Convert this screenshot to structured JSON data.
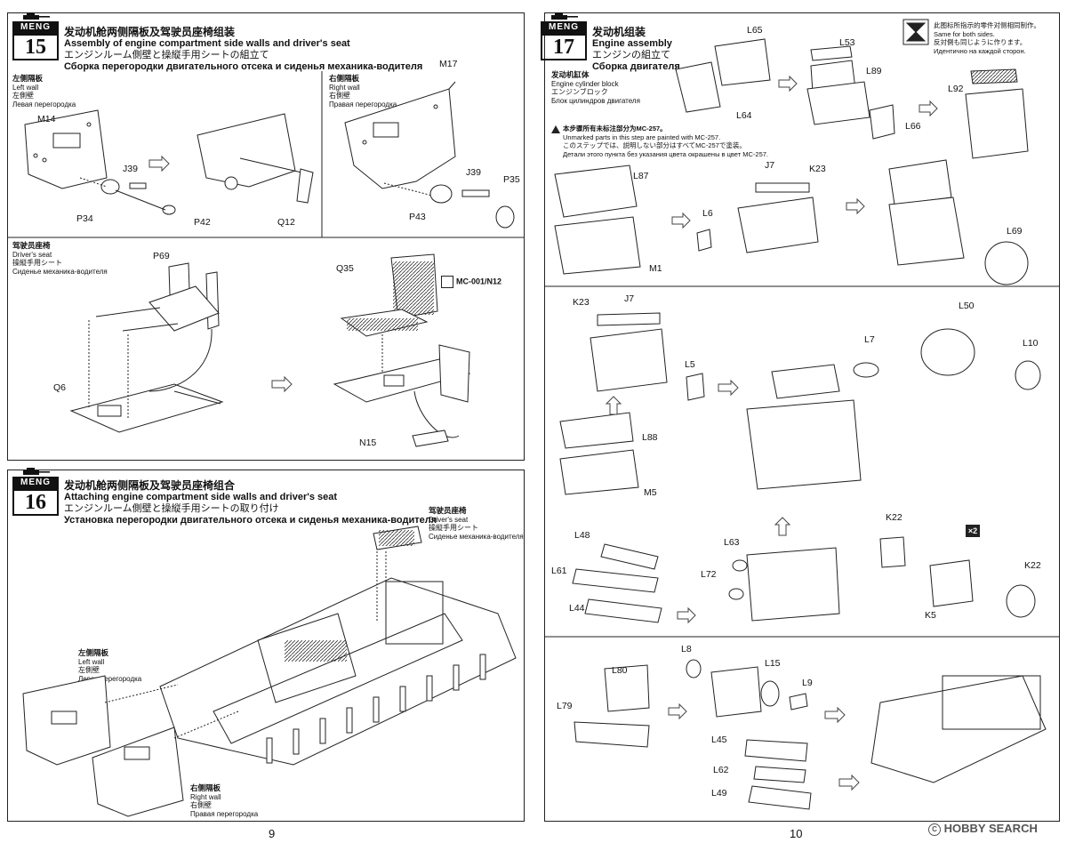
{
  "step15": {
    "number": "15",
    "title_zh": "发动机舱两侧隔板及驾驶员座椅组装",
    "title_en": "Assembly of engine compartment side walls and driver's seat",
    "title_ja": "エンジンルーム側壁と操縦手用シートの組立て",
    "title_ru": "Сборка перегородки двигательного отсека и сиденья механика-водителя",
    "left_wall": {
      "zh": "左侧隔板",
      "en": "Left wall",
      "ja": "左側壁",
      "ru": "Левая перегородка"
    },
    "right_wall": {
      "zh": "右侧隔板",
      "en": "Right wall",
      "ja": "右側壁",
      "ru": "Правая перегородка"
    },
    "drivers_seat": {
      "zh": "驾驶员座椅",
      "en": "Driver's seat",
      "ja": "操縦手用シート",
      "ru": "Сиденье механика-водителя"
    },
    "parts": [
      "M14",
      "J39",
      "P34",
      "P42",
      "Q12",
      "M17",
      "J39",
      "P35",
      "P43",
      "P69",
      "Q6",
      "Q35",
      "N15"
    ],
    "paint": "MC-001/N12"
  },
  "step16": {
    "number": "16",
    "title_zh": "发动机舱两侧隔板及驾驶员座椅组合",
    "title_en": "Attaching engine compartment side walls and driver's seat",
    "title_ja": "エンジンルーム側壁と操縦手用シートの取り付け",
    "title_ru": "Установка перегородки двигательного отсека и сиденья механика-водителя",
    "drivers_seat": {
      "zh": "驾驶员座椅",
      "en": "Driver's seat",
      "ja": "操縦手用シート",
      "ru": "Сиденье механика-водителя"
    },
    "left_wall": {
      "zh": "左侧隔板",
      "en": "Left wall",
      "ja": "左側壁",
      "ru": "Левая перегородка"
    },
    "right_wall": {
      "zh": "右侧隔板",
      "en": "Right wall",
      "ja": "右側壁",
      "ru": "Правая перегородка"
    }
  },
  "step17": {
    "number": "17",
    "title_zh": "发动机组装",
    "title_en": "Engine assembly",
    "title_ja": "エンジンの組立て",
    "title_ru": "Сборка двигателя",
    "cylinder_block": {
      "zh": "发动机缸体",
      "en": "Engine cylinder block",
      "ja": "エンジンブロック",
      "ru": "Блок цилиндров двигателя"
    },
    "notice_zh": "本步骤所有未标注部分为MC-257。",
    "notice_en": "Unmarked parts in this step are painted with MC-257.",
    "notice_ja": "このステップでは、説明しない部分はすべてMC-257で塗装。",
    "notice_ru": "Детали этого пункта без указания цвета окрашены в цвет MC-257.",
    "both_sides_zh": "此图标所指示的零件对侧相同制作。",
    "both_sides_en": "Same for both sides.",
    "both_sides_ja": "反対側も同じように作ります。",
    "both_sides_ru": "Идентично на каждой сторон.",
    "multiplier": "×2",
    "parts": [
      "L65",
      "L53",
      "L89",
      "L64",
      "L66",
      "L92",
      "L87",
      "J7",
      "K23",
      "L6",
      "M1",
      "L69",
      "K23",
      "J7",
      "L50",
      "L7",
      "L10",
      "L5",
      "L88",
      "M5",
      "L48",
      "L61",
      "L44",
      "L63",
      "L72",
      "K22",
      "K22",
      "K5",
      "L8",
      "L80",
      "L15",
      "L9",
      "L79",
      "L45",
      "L62",
      "L49"
    ]
  },
  "brand": "MENG",
  "page_left": "9",
  "page_right": "10",
  "watermark": "HOBBY SEARCH"
}
